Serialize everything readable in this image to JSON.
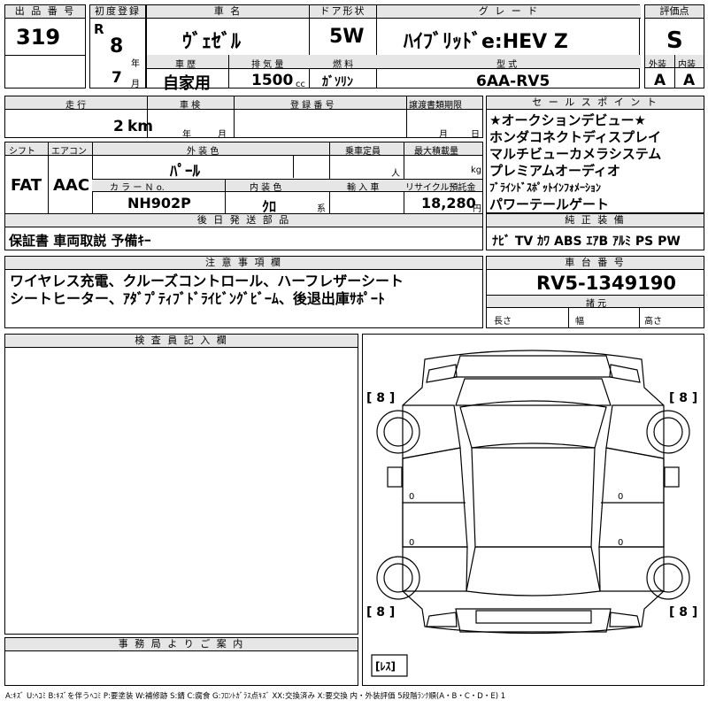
{
  "labels": {
    "lot_no": "出 品 番 号",
    "first_reg": "初度登録",
    "car_name": "車 名",
    "door": "ドア形状",
    "grade": "グ レ ー ド",
    "score": "評価点",
    "history": "車 歴",
    "displacement": "排 気 量",
    "fuel": "燃 料",
    "model": "型 式",
    "exterior_grade": "外装",
    "interior_grade": "内装",
    "mileage": "走 行",
    "inspection": "車 検",
    "reg_no": "登 録 番 号",
    "transfer_deadline": "譲渡書類期限",
    "sales_point": "セ ー ル ス ポ イ ン ト",
    "shift": "シフト",
    "aircon": "エアコン",
    "exterior_color": "外 装 色",
    "capacity": "乗車定員",
    "max_load": "最大積載量",
    "color_no": "カ ラ ー Ｎ o.",
    "interior_color": "内 装 色",
    "import": "輸 入 車",
    "recycle": "リサイクル預託金",
    "later_parts": "後 日 発 送 部 品",
    "equipment": "純 正 装 備",
    "notes": "注 意 事 項 欄",
    "chassis": "車 台 番 号",
    "dims": "諸 元",
    "inspector": "検 査 員 記 入 欄",
    "office": "事 務 局 よ り ご 案 内",
    "length": "長さ",
    "width": "幅",
    "height": "高さ"
  },
  "units": {
    "year_era": "R",
    "year": "年",
    "month": "月",
    "cc": "cc",
    "km": "km",
    "person": "人",
    "kg": "kg",
    "sys": "系",
    "yen": "円",
    "insp_year": "年",
    "insp_month": "月",
    "deadline_month": "月",
    "deadline_day": "日"
  },
  "values": {
    "lot_no": "319",
    "reg_year": "8",
    "reg_month": "7",
    "car_name": "ｳﾞｪｾﾞﾙ",
    "door": "5W",
    "grade": "ﾊｲﾌﾞﾘｯﾄﾞe:HEV Z",
    "score": "S",
    "history": "自家用",
    "displacement": "1500",
    "fuel": "ｶﾞｿﾘﾝ",
    "model": "6AA-RV5",
    "exterior_grade": "A",
    "interior_grade": "A",
    "mileage": "2",
    "shift": "FAT",
    "aircon": "AAC",
    "exterior_color": "ﾊﾟｰﾙ",
    "color_no": "NH902P",
    "interior_color": "ｸﾛ",
    "recycle": "18,280",
    "chassis": "RV5-1349190"
  },
  "sales_points": [
    "★オークションデビュー★",
    "ホンダコネクトディスプレイ",
    "マルチビューカメラシステム",
    "プレミアムオーディオ",
    "ﾌﾞﾗｲﾝﾄﾞｽﾎﾟｯﾄｲﾝﾌｫﾒｰｼｮﾝ",
    "パワーテールゲート"
  ],
  "later_parts": "保証書 車両取説 予備ｷｰ",
  "equipment": "ﾅﾋﾞ TV ｶﾜ ABS ｴｱB ｱﾙﾐ PS PW",
  "notes": [
    "ワイヤレス充電、クルーズコントロール、ハーフレザーシート",
    "シートヒーター、ｱﾀﾞﾌﾟﾃｨﾌﾞﾄﾞﾗｲﾋﾞﾝｸﾞﾋﾞｰﾑ、後退出庫ｻﾎﾟｰﾄ"
  ],
  "diagram": {
    "tire_fl": "[ 8 ]",
    "tire_fr": "[ 8 ]",
    "tire_rl": "[ 8 ]",
    "tire_rr": "[ 8 ]",
    "spare": "[ﾚｽ]",
    "marks": [
      "0",
      "0",
      "0",
      "0"
    ]
  },
  "legend": "A:ｷｽﾞ U:ﾍｺﾐ B:ｷｽﾞを伴うﾍｺﾐ P:要塗装 W:補修跡 S:錆 C:腐食 G:ﾌﾛﾝﾄｶﾞﾗｽ点ｷｽﾞ XX:交換済み X:要交換 内・外装評価 5段階ﾗﾝｸ順(A・B・C・D・E) 1"
}
